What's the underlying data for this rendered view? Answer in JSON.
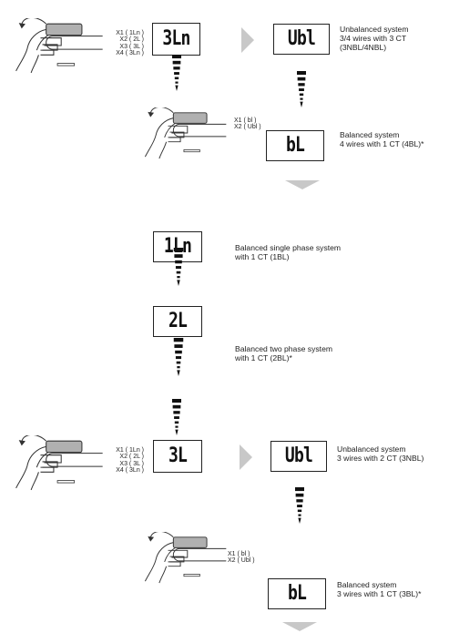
{
  "colors": {
    "line": "#222222",
    "accent_arrow": "#c8c8c8",
    "button": "#b0b0b0",
    "background": "#ffffff"
  },
  "icons": [
    "hand-press-button-icon",
    "dashed-down-arrow-icon",
    "right-arrow-icon",
    "down-chevron-icon"
  ],
  "section1": {
    "options": [
      "X1 ( 1Ln )",
      "X2 ( 2L )",
      "X3 ( 3L )",
      "X4 ( 3Ln )"
    ],
    "display_main": "3Ln",
    "display_unbalanced": "Ubl",
    "unbalanced_desc": [
      "Unbalanced system",
      "3/4 wires with 3 CT",
      "(3NBL/4NBL)"
    ],
    "sub_options": [
      "X1 ( bl )",
      "X2 ( Ubl )"
    ],
    "display_balanced": "bL",
    "balanced_desc": [
      "Balanced system",
      "4 wires with 1 CT (4BL)*"
    ]
  },
  "section2": {
    "display_1ln": "1Ln",
    "desc_1ln": [
      "Balanced single phase system",
      "with 1 CT (1BL)"
    ],
    "display_2l": "2L",
    "desc_2l": [
      "Balanced two phase system",
      "with 1 CT (2BL)*"
    ]
  },
  "section3": {
    "options": [
      "X1 ( 1Ln )",
      "X2 ( 2L )",
      "X3 ( 3L )",
      "X4 ( 3Ln )"
    ],
    "display_main": "3L",
    "display_unbalanced": "Ubl",
    "unbalanced_desc": [
      "Unbalanced system",
      "3 wires with 2 CT (3NBL)"
    ],
    "sub_options": [
      "X1 ( bl )",
      "X2 ( Ubl )"
    ],
    "display_balanced": "bL",
    "balanced_desc": [
      "Balanced system",
      "3 wires with 1 CT (3BL)*"
    ]
  }
}
